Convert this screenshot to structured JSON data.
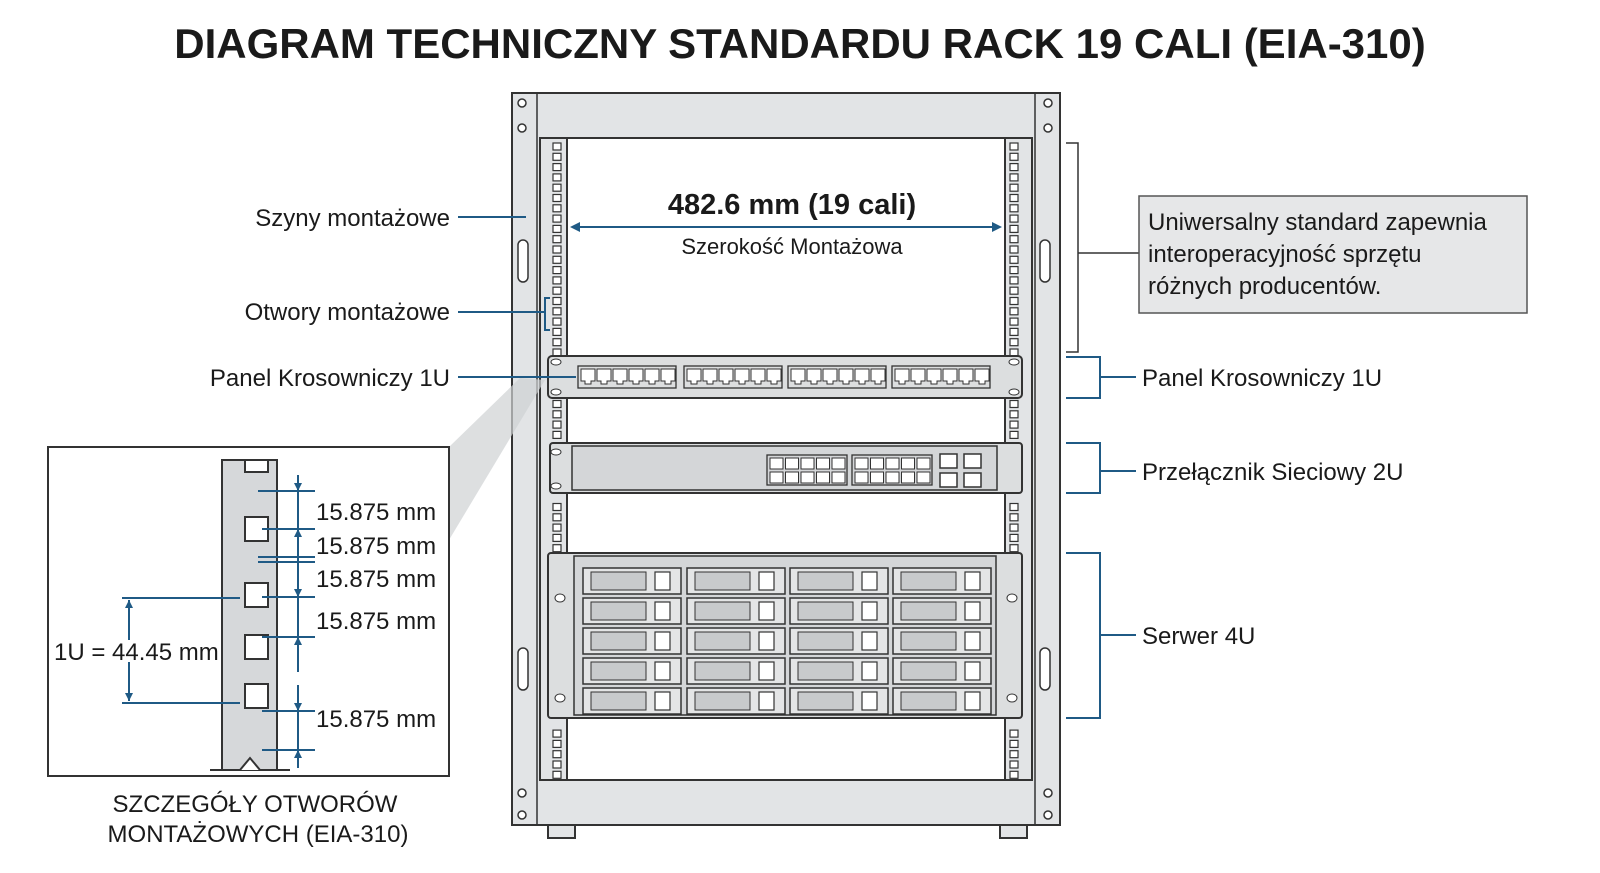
{
  "title": "DIAGRAM TECHNICZNY STANDARDU RACK 19 CALI (EIA-310)",
  "width_dimension": {
    "value": "482.6 mm (19 cali)",
    "label": "Szerokość Montażowa"
  },
  "left_labels": {
    "rails": "Szyny montażowe",
    "holes": "Otwory montażowe",
    "patch_panel": "Panel Krosowniczy 1U"
  },
  "right_labels": {
    "note": [
      "Uniwersalny standard zapewnia",
      "interoperacyjność sprzętu",
      "różnych producentów."
    ],
    "patch_panel": "Panel Krosowniczy 1U",
    "switch": "Przełącznik Sieciowy 2U",
    "server": "Serwer 4U"
  },
  "detail": {
    "spacings": [
      "15.875 mm",
      "15.875 mm",
      "15.875 mm",
      "15.875 mm",
      "15.875 mm"
    ],
    "unit": "1U = 44.45 mm",
    "caption": [
      "SZCZEGÓŁY OTWORÓW",
      "MONTAŻOWYCH (EIA-310)"
    ]
  },
  "colors": {
    "accent": "#1f5a85",
    "metal": "#e2e4e6"
  }
}
